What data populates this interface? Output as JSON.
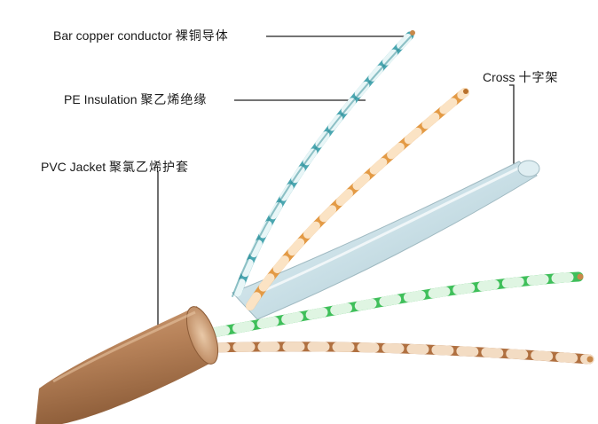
{
  "labels": {
    "conductor": {
      "en": "Bar copper conductor",
      "cn": "裸铜导体"
    },
    "insulation": {
      "en": "PE Insulation",
      "cn": "聚乙烯绝缘"
    },
    "jacket": {
      "en": "PVC Jacket",
      "cn": "聚氯乙烯护套"
    },
    "cross": {
      "en": "Cross",
      "cn": "十字架"
    }
  },
  "colors": {
    "jacket": "#b8835a",
    "pair_blue": "#4aa6b0",
    "pair_orange": "#e39a45",
    "pair_green": "#3fbf5a",
    "pair_brown": "#b07040",
    "cross_filler": "#c9dfe6",
    "leader_line": "#222222"
  }
}
